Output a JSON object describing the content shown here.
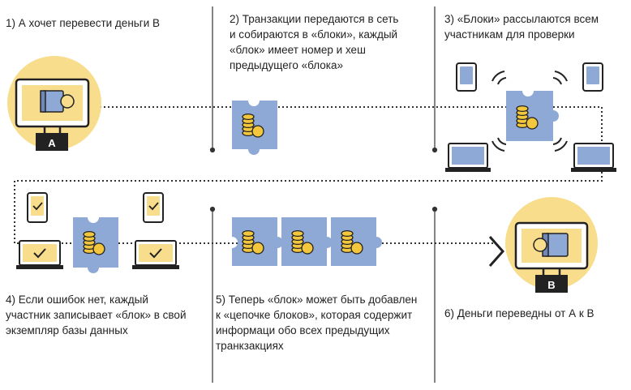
{
  "steps": {
    "s1": "1) А хочет перевести деньги В",
    "s2": "2) Транзакции передаются в сеть\nи собираются в «блоки», каждый\n«блок» имеет номер и хеш\nпредыдущего «блока»",
    "s3": "3) «Блоки» рассылаются всем\nучастникам для проверки",
    "s4": "4) Если ошибок нет, каждый\nучастник записывает «блок» в свой\nэкземпляр базы данных",
    "s5": "5) Теперь «блок» может быть добавлен\nк «цепочке блоков», которая содержит\nинформаци обо всех предыдущих\nтранкзакциях",
    "s6": "6) Деньги переведны от А к В"
  },
  "labels": {
    "a": "A",
    "b": "B"
  },
  "icons": [
    "wallet-icon",
    "coin-stack-icon",
    "puzzle-block-icon",
    "tablet-icon",
    "laptop-icon",
    "check-icon",
    "signal-waves-icon",
    "arrow-right-icon"
  ],
  "colors": {
    "yellow": "#f8dd8c",
    "blue": "#8fa9d6",
    "gold": "#f2c73d",
    "dark": "#222222"
  }
}
